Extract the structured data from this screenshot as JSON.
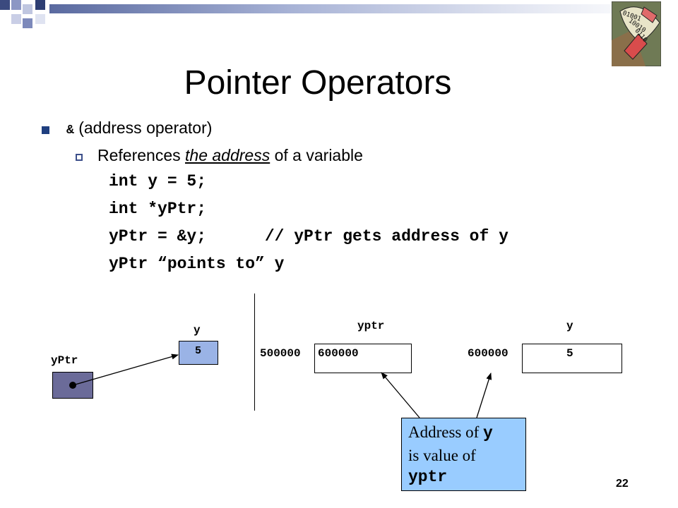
{
  "slide": {
    "title": "Pointer Operators",
    "bullet1": {
      "symbol": "&",
      "text": " (address operator)"
    },
    "sub_bullet": {
      "pre": "References ",
      "emph": "the address",
      "post": " of a variable"
    },
    "code_lines": [
      "int y = 5;",
      "int *yPtr;",
      "yPtr = &y;      // yPtr gets address of y",
      "yPtr “points to” y"
    ],
    "slide_number": "22"
  },
  "diagram_left": {
    "y_label": "y",
    "y_value": "5",
    "yptr_label": "yPtr"
  },
  "diagram_right": {
    "yptr_label": "yptr",
    "y_label": "y",
    "yptr_address": "500000",
    "yptr_value": "600000",
    "y_address": "600000",
    "y_value": "5"
  },
  "callout": {
    "part1": "Address of ",
    "var1": "y",
    "part2": "is value of",
    "var2": "yptr"
  },
  "colors": {
    "accent_dark": "#1f3f7f",
    "box_blue": "#99ccff",
    "yptr_box": "#6b6b99",
    "y_box": "#9ab3e6"
  },
  "icons": {
    "corner_image": "binary-handshake-clipart-icon"
  }
}
